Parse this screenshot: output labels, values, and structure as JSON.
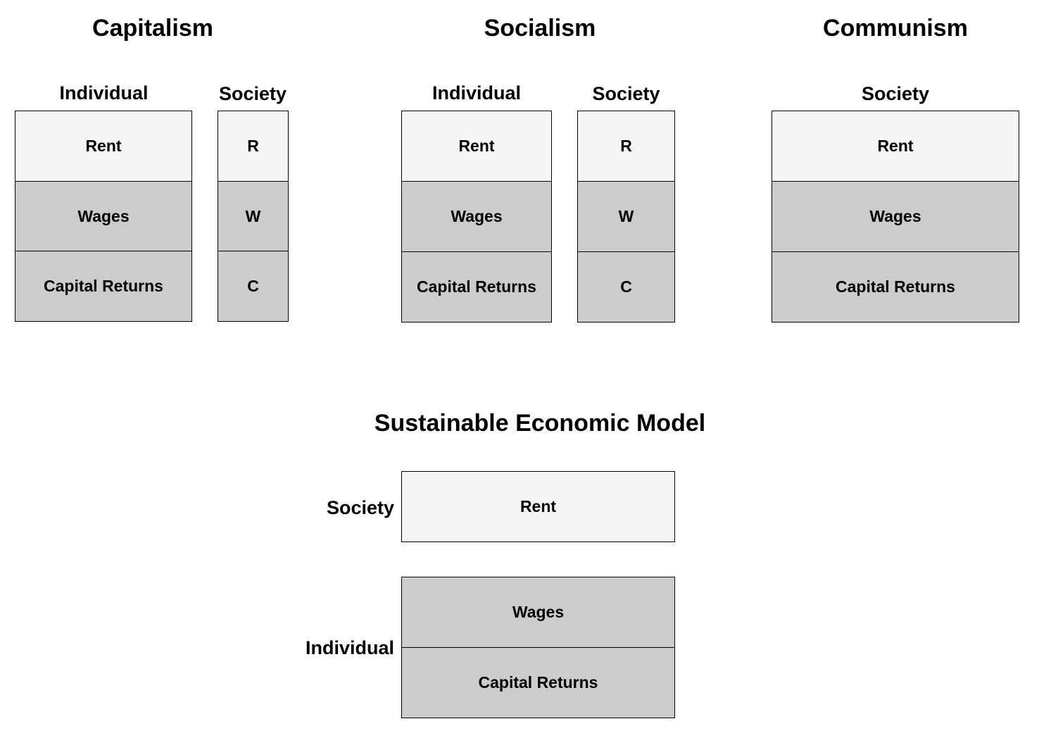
{
  "capitalism": {
    "title": "Capitalism",
    "individual": {
      "label": "Individual",
      "rows": [
        "Rent",
        "Wages",
        "Capital Returns"
      ]
    },
    "society": {
      "label": "Society",
      "rows": [
        "R",
        "W",
        "C"
      ]
    }
  },
  "socialism": {
    "title": "Socialism",
    "individual": {
      "label": "Individual",
      "rows": [
        "Rent",
        "Wages",
        "Capital Returns"
      ]
    },
    "society": {
      "label": "Society",
      "rows": [
        "R",
        "W",
        "C"
      ]
    }
  },
  "communism": {
    "title": "Communism",
    "society": {
      "label": "Society",
      "rows": [
        "Rent",
        "Wages",
        "Capital Returns"
      ]
    }
  },
  "sustainable": {
    "title": "Sustainable Economic Model",
    "society": {
      "label": "Society",
      "rows": [
        "Rent"
      ]
    },
    "individual": {
      "label": "Individual",
      "rows": [
        "Wages",
        "Capital Returns"
      ]
    }
  },
  "colors": {
    "rent_fill": "#f5f5f5",
    "wages_capital_fill": "#cccccc",
    "border": "#000000"
  }
}
